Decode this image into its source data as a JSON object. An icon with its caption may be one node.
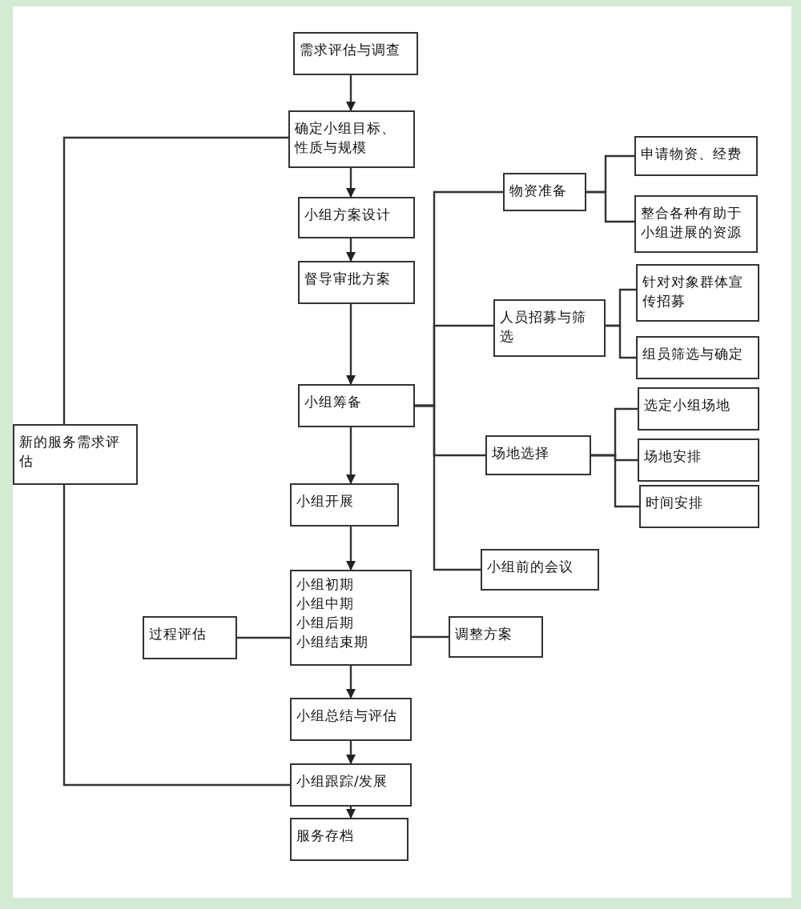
{
  "diagram": {
    "nodes": [
      {
        "text": [
          "需求评估与调查"
        ]
      },
      {
        "text": [
          "确定小组目标、性质与规模"
        ]
      },
      {
        "text": [
          "小组方案设计"
        ]
      },
      {
        "text": [
          "督导审批方案"
        ]
      },
      {
        "text": [
          "小组筹备"
        ]
      },
      {
        "text": [
          "小组开展"
        ]
      },
      {
        "text": [
          "小组初期",
          "小组中期",
          "小组后期",
          "小组结束期"
        ]
      },
      {
        "text": [
          "小组总结与评估"
        ]
      },
      {
        "text": [
          "小组跟踪/发展"
        ]
      },
      {
        "text": [
          "服务存档"
        ]
      },
      {
        "text": [
          "新的服务需求评估"
        ]
      },
      {
        "text": [
          "过程评估"
        ]
      },
      {
        "text": [
          "调整方案"
        ]
      },
      {
        "text": [
          "物资准备"
        ]
      },
      {
        "text": [
          "申请物资、经费"
        ]
      },
      {
        "text": [
          "整合各种有助于小组进展的资源"
        ]
      },
      {
        "text": [
          "人员招募与筛选"
        ]
      },
      {
        "text": [
          "针对对象群体宣传招募"
        ]
      },
      {
        "text": [
          "组员筛选与确定"
        ]
      },
      {
        "text": [
          "场地选择"
        ]
      },
      {
        "text": [
          "选定小组场地"
        ]
      },
      {
        "text": [
          "场地安排"
        ]
      },
      {
        "text": [
          "时间安排"
        ]
      },
      {
        "text": [
          "小组前的会议"
        ]
      }
    ],
    "edges": [
      {
        "from": 0,
        "to": 1,
        "arrow": "to"
      },
      {
        "from": 1,
        "to": 2,
        "arrow": "to"
      },
      {
        "from": 2,
        "to": 3,
        "arrow": "to"
      },
      {
        "from": 3,
        "to": 4,
        "arrow": "to"
      },
      {
        "from": 4,
        "to": 5,
        "arrow": "to"
      },
      {
        "from": 5,
        "to": 6,
        "arrow": "to"
      },
      {
        "from": 6,
        "to": 7,
        "arrow": "to"
      },
      {
        "from": 7,
        "to": 8,
        "arrow": "to"
      },
      {
        "from": 8,
        "to": 9,
        "arrow": "to"
      },
      {
        "from": 1,
        "to": 10,
        "arrow": "none"
      },
      {
        "from": 10,
        "to": 8,
        "arrow": "none"
      },
      {
        "from": 11,
        "to": 6,
        "arrow": "none"
      },
      {
        "from": 6,
        "to": 12,
        "arrow": "none"
      },
      {
        "from": 4,
        "to": 13,
        "arrow": "none"
      },
      {
        "from": 4,
        "to": 16,
        "arrow": "none"
      },
      {
        "from": 4,
        "to": 19,
        "arrow": "none"
      },
      {
        "from": 4,
        "to": 23,
        "arrow": "none"
      },
      {
        "from": 13,
        "to": 14,
        "arrow": "none"
      },
      {
        "from": 13,
        "to": 15,
        "arrow": "none"
      },
      {
        "from": 16,
        "to": 17,
        "arrow": "none"
      },
      {
        "from": 16,
        "to": 18,
        "arrow": "none"
      },
      {
        "from": 19,
        "to": 20,
        "arrow": "none"
      },
      {
        "from": 19,
        "to": 21,
        "arrow": "none"
      },
      {
        "from": 19,
        "to": 22,
        "arrow": "none"
      }
    ]
  }
}
